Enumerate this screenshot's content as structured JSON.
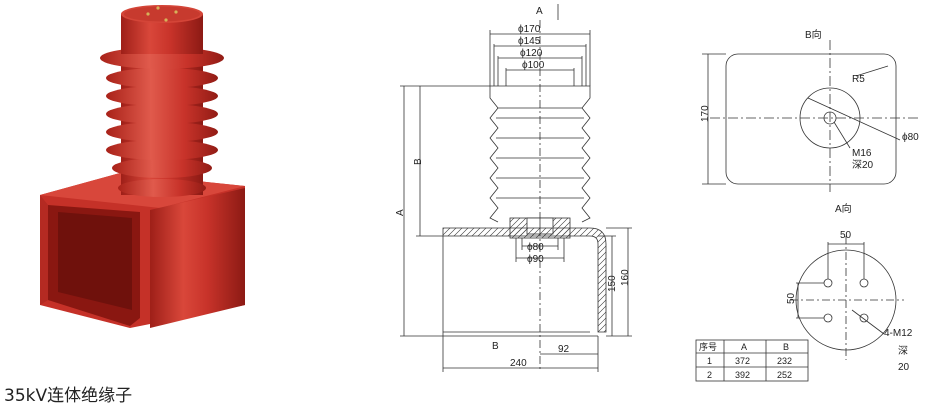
{
  "product_title": "35kV连体绝缘子",
  "front_view": {
    "view_label": "A",
    "dims_top": [
      "ϕ170",
      "ϕ145",
      "ϕ120",
      "ϕ100"
    ],
    "dims_lower": [
      "ϕ80",
      "ϕ90"
    ],
    "height_labels": [
      "A",
      "B"
    ],
    "right_dims": [
      "150",
      "160"
    ],
    "bottom_dims": [
      "B",
      "240",
      "92"
    ]
  },
  "b_view": {
    "label": "B向",
    "height": "170",
    "radius": "R5",
    "diameter": "ϕ80",
    "thread": "M16",
    "thread_depth": "深20"
  },
  "a_view": {
    "label": "A向",
    "spacing_h": "50",
    "spacing_v": "50",
    "holes": "4-M12",
    "hole_depth_label": "深",
    "hole_depth": "20"
  },
  "size_table": {
    "headers": [
      "序号",
      "A",
      "B"
    ],
    "rows": [
      [
        "1",
        "372",
        "232"
      ],
      [
        "2",
        "392",
        "252"
      ]
    ]
  },
  "colors": {
    "insulator_red": "#c8332a",
    "line": "#333333"
  }
}
